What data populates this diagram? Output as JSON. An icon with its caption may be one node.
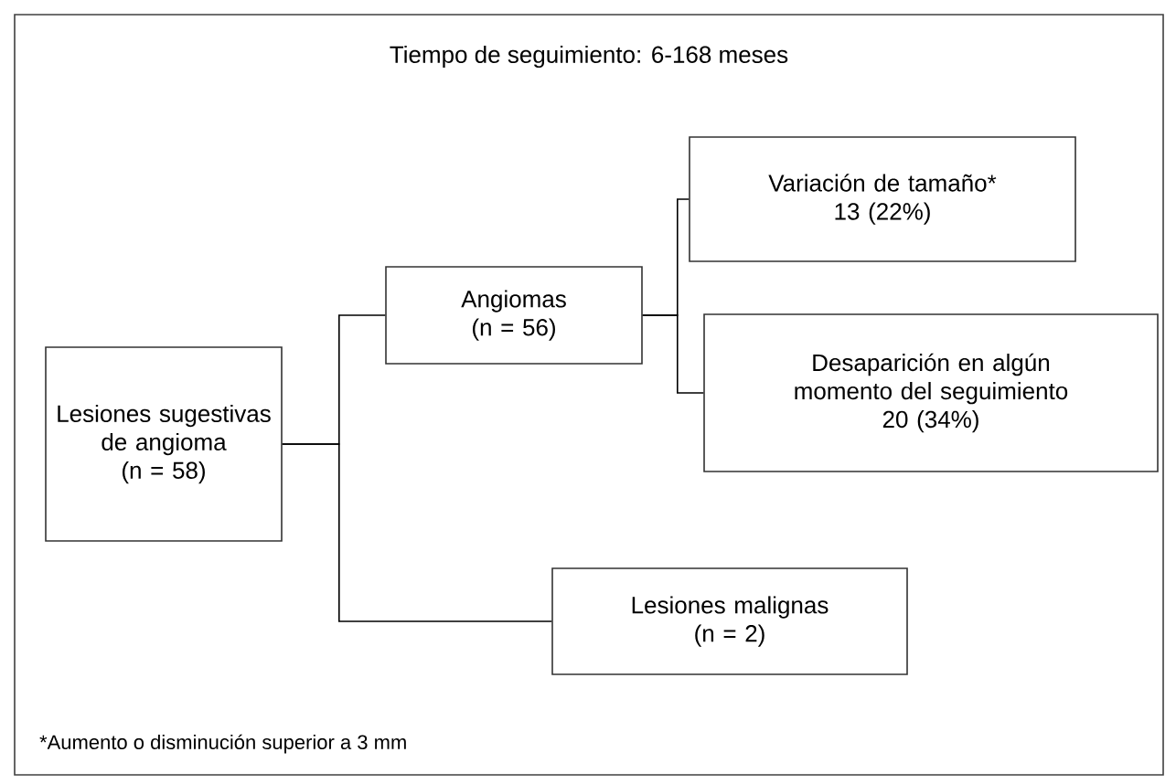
{
  "diagram": {
    "title": "Tiempo de seguimiento: 6-168 meses",
    "nodes": [
      {
        "text": [
          "Lesiones sugestivas de angioma",
          "(n = 58)"
        ]
      },
      {
        "text": [
          "Angiomas",
          "(n = 56)"
        ]
      },
      {
        "text": [
          "Variación de tamaño*",
          "13 (22%)"
        ]
      },
      {
        "text": [
          "Desaparición en algún momento del seguimiento",
          "20 (34%)"
        ]
      },
      {
        "text": [
          "Lesiones malignas",
          "(n = 2)"
        ]
      }
    ],
    "edges": [
      {
        "from": 0,
        "to": 1,
        "arrow": "none"
      },
      {
        "from": 0,
        "to": 4,
        "arrow": "none"
      },
      {
        "from": 1,
        "to": 2,
        "arrow": "none"
      },
      {
        "from": 1,
        "to": 3,
        "arrow": "none"
      }
    ],
    "labels": [
      "*Aumento o disminución superior a 3 mm"
    ]
  }
}
